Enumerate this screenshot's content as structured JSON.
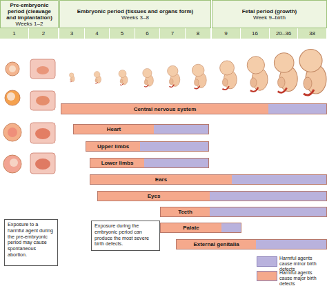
{
  "diagram": {
    "nodes": [
      {
        "text": [
          "Pre-embryonic period (cleavage and implantation)",
          "Weeks 1–2"
        ]
      },
      {
        "text": [
          "Embryonic period (tissues and organs form)",
          "Weeks 3–8"
        ]
      },
      {
        "text": [
          "Fetal period (growth)",
          "Week 9–birth"
        ]
      },
      {
        "text": [
          "Central nervous system"
        ]
      },
      {
        "text": [
          "Heart"
        ]
      },
      {
        "text": [
          "Upper limbs"
        ]
      },
      {
        "text": [
          "Lower limbs"
        ]
      },
      {
        "text": [
          "Ears"
        ]
      },
      {
        "text": [
          "Eyes"
        ]
      },
      {
        "text": [
          "Teeth"
        ]
      },
      {
        "text": [
          "Palate"
        ]
      },
      {
        "text": [
          "External genitalia"
        ]
      },
      {
        "text": [
          "Exposure to a harmful agent during the pre-embryonic period may cause spontaneous abortion."
        ]
      },
      {
        "text": [
          "Exposure during the embryonic period can produce the most severe birth defects."
        ]
      }
    ],
    "labels": [
      "1",
      "2",
      "3",
      "4",
      "5",
      "6",
      "7",
      "8",
      "9",
      "16",
      "20–36",
      "38"
    ],
    "legend": [
      {
        "text": "Harmful agents cause minor birth defects",
        "color": "#b9b2dd"
      },
      {
        "text": "Harmful agents cause major birth defects",
        "color": "#f5a98c"
      }
    ]
  }
}
